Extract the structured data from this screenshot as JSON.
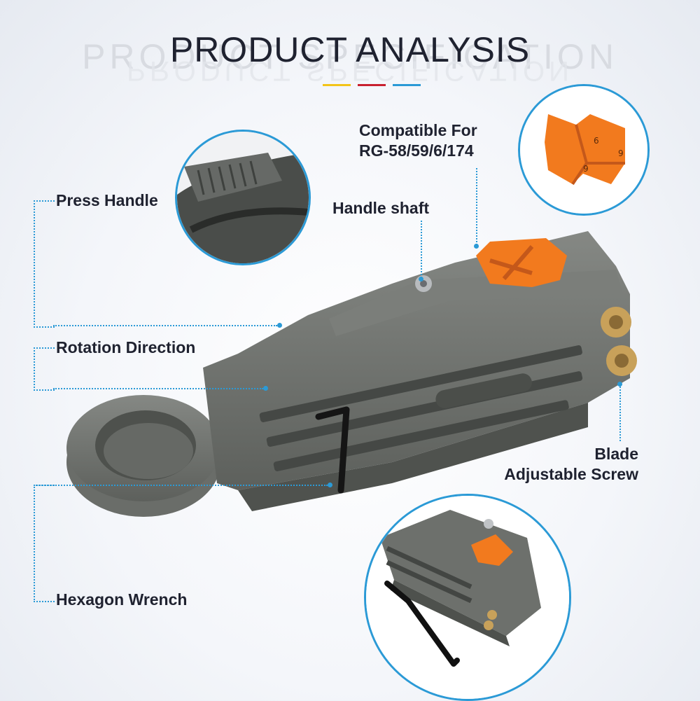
{
  "header": {
    "title": "PRODUCT ANALYSIS",
    "ghost_text": "PRODUCT SPECIFICATION",
    "accent_colors": [
      "#f3c419",
      "#c8202f",
      "#2b9ad6"
    ]
  },
  "callouts": {
    "compatible": [
      "Compatible For",
      "RG-58/59/6/174"
    ],
    "handle_shaft": "Handle shaft",
    "press_handle": "Press Handle",
    "rotation_direction": "Rotation Direction",
    "blade_screw": [
      "Blade",
      "Adjustable Screw"
    ],
    "hexagon_wrench": "Hexagon Wrench"
  },
  "colors": {
    "tool_body": "#6f726e",
    "tool_dark": "#555855",
    "accent_orange": "#f27a1e",
    "line_blue": "#2b9ad6",
    "brass": "#c8a15a"
  },
  "icons": [
    "coax-stripper-tool",
    "orange-cassette-insert",
    "hex-key-wrench"
  ]
}
